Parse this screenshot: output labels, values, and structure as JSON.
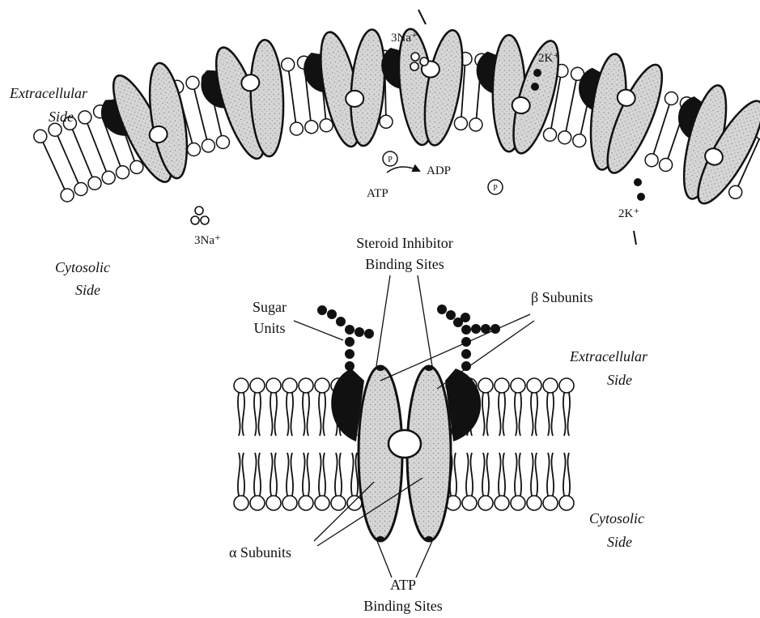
{
  "top": {
    "extracellular_line1": "Extracellular",
    "extracellular_line2": "Side",
    "cytosolic_line1": "Cytosolic",
    "cytosolic_line2": "Side",
    "na_out": "3Na⁺",
    "na_in": "3Na⁺",
    "k_out": "2K⁺",
    "k_in": "2K⁺",
    "atp": "ATP",
    "adp": "ADP",
    "phosphate": "P"
  },
  "bottom": {
    "steroid_line1": "Steroid Inhibitor",
    "steroid_line2": "Binding Sites",
    "sugar_line1": "Sugar",
    "sugar_line2": "Units",
    "beta": "β Subunits",
    "alpha": "α Subunits",
    "extracellular_line1": "Extracellular",
    "extracellular_line2": "Side",
    "cytosolic_line1": "Cytosolic",
    "cytosolic_line2": "Side",
    "atp_line1": "ATP",
    "atp_line2": "Binding Sites"
  },
  "colors": {
    "ink": "#111111",
    "alpha_fill": "#d9d9d9",
    "beta_fill": "#111111"
  }
}
